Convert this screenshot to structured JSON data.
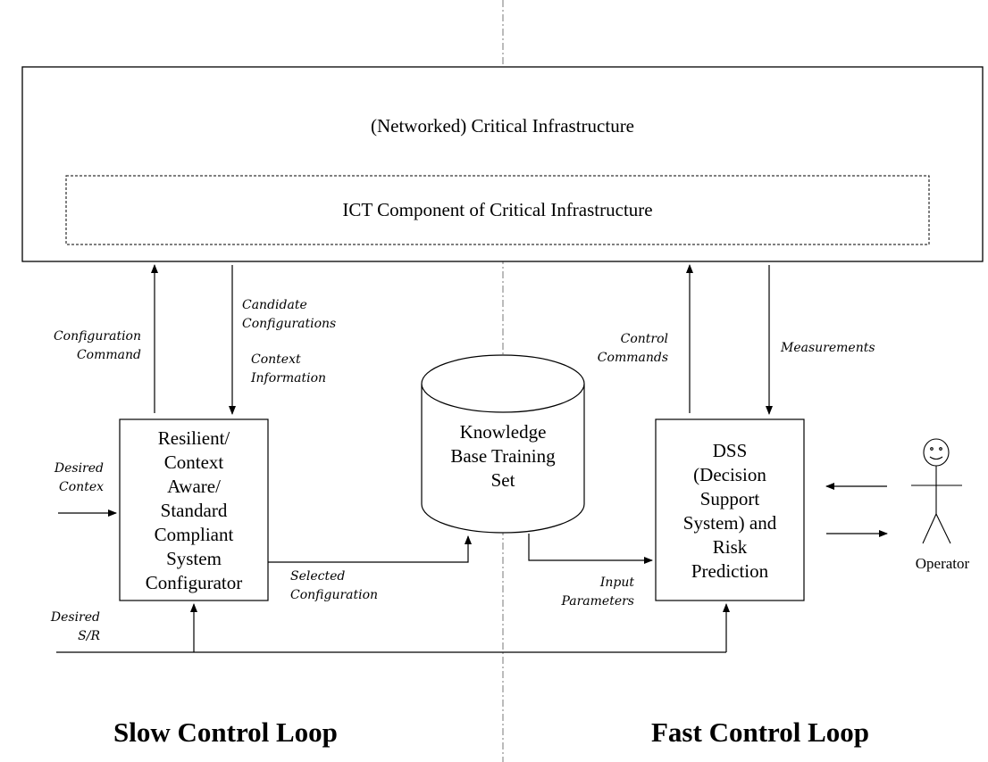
{
  "infrastructure": {
    "outer_label": "(Networked) Critical Infrastructure",
    "inner_label": "ICT Component of Critical Infrastructure"
  },
  "slow_loop": {
    "title": "Slow Control Loop",
    "configurator_lines": [
      "Resilient/",
      "Context",
      "Aware/",
      "Standard",
      "Compliant",
      "System",
      "Configurator"
    ],
    "config_command": [
      "Configuration",
      "Command"
    ],
    "candidate_configs": [
      "Candidate",
      "Configurations"
    ],
    "context_info": [
      "Context",
      "Information"
    ],
    "desired_context": [
      "Desired",
      "Contex"
    ],
    "desired_sr": [
      "Desired",
      "S/R"
    ],
    "selected_config": [
      "Selected",
      "Configuration"
    ]
  },
  "knowledge_base": {
    "lines": [
      "Knowledge",
      "Base Training",
      "Set"
    ]
  },
  "fast_loop": {
    "title": "Fast Control Loop",
    "dss_lines": [
      "DSS",
      "(Decision",
      "Support",
      "System) and",
      "Risk",
      "Prediction"
    ],
    "control_commands": [
      "Control",
      "Commands"
    ],
    "measurements": "Measurements",
    "input_params": [
      "Input",
      "Parameters"
    ],
    "operator": "Operator"
  }
}
